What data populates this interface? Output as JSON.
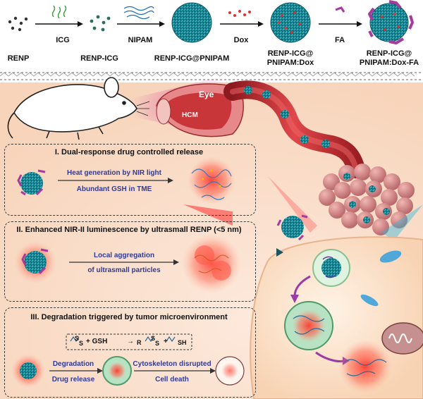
{
  "synthesis": {
    "reagents": [
      "ICG",
      "NIPAM",
      "Dox",
      "FA"
    ],
    "products": [
      "RENP",
      "RENP-ICG",
      "RENP-ICG@PNIPAM",
      "RENP-ICG@\nPNIPAM:Dox",
      "RENP-ICG@\nPNIPAM:Dox-FA"
    ]
  },
  "anatomy": {
    "eye": "Eye",
    "hcm": "HCM"
  },
  "section1": {
    "title": "I. Dual-response drug controlled release",
    "above_arrow": "Heat generation by NIR light",
    "below_arrow": "Abundant GSH in TME"
  },
  "section2": {
    "title": "II. Enhanced NIR-II luminescence by ultrasmall RENP (<5 nm)",
    "above_arrow": "Local aggregation",
    "below_arrow": "of ultrasmall particles"
  },
  "section3": {
    "title": "III. Degradation triggered by tumor microenvironment",
    "reaction": {
      "plus_gsh": "+ GSH",
      "r": "R",
      "plus": "+",
      "sh": "SH",
      "s": "S"
    },
    "step1_top": "Degradation",
    "step1_bottom": "Drug release",
    "step2_top": "Cytoskeleton disrupted",
    "step2_bottom": "Cell death"
  },
  "colors": {
    "label_blue": "#2f3a9a",
    "lower_background": "#fbe2cf",
    "nanoparticle": "#2aa6b5",
    "folate_ligand": "#a63a9e",
    "drug_dox": "#e0302a",
    "vessel": "#c4262b"
  }
}
